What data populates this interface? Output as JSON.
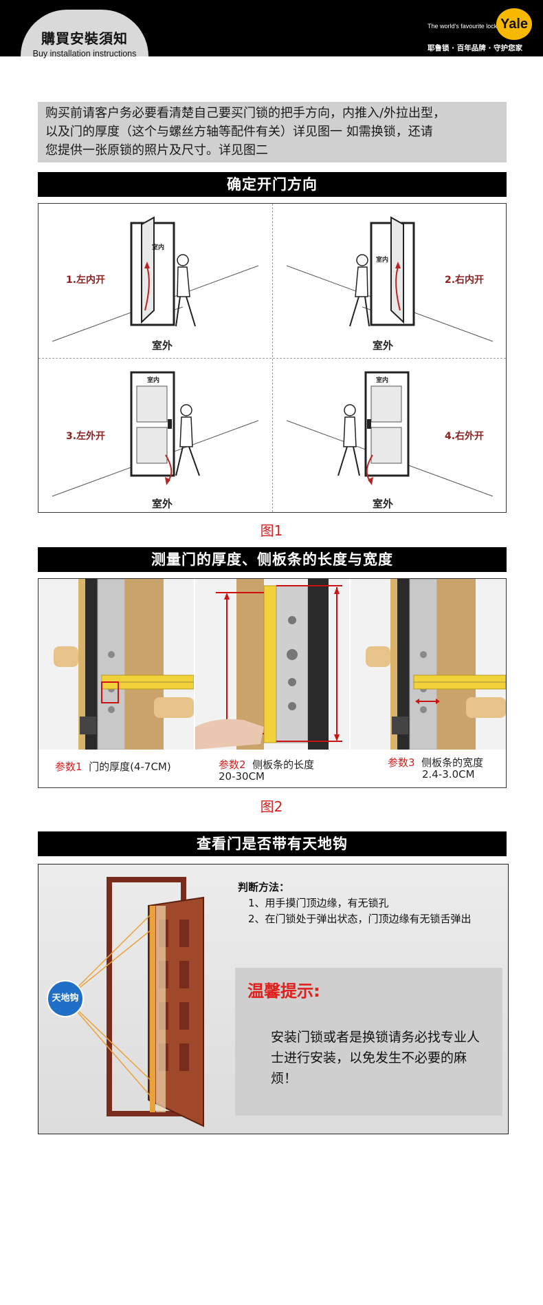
{
  "header": {
    "title_zh": "購買安裝須知",
    "title_en": "Buy installation instructions",
    "brand_tagline": "The world's favourite lock",
    "brand_name": "Yale",
    "brand_slogan": "耶鲁锁 · 百年品牌 · 守护您家"
  },
  "notice": {
    "lines": [
      "购买前请客户务必要看清楚自己要买门锁的把手方向，内推入/外拉出型，",
      "以及门的厚度（这个与螺丝方轴等配件有关）详见图一 如需换锁，还请",
      "您提供一张原锁的照片及尺寸。详见图二"
    ]
  },
  "section1": {
    "title": "确定开门方向",
    "cells": [
      {
        "label": "1.左内开",
        "outside": "室外",
        "inside": "室内"
      },
      {
        "label": "2.右内开",
        "outside": "室外",
        "inside": "室内"
      },
      {
        "label": "3.左外开",
        "outside": "室外",
        "inside": "室内"
      },
      {
        "label": "4.右外开",
        "outside": "室外",
        "inside": "室内"
      }
    ],
    "caption": "图1"
  },
  "section2": {
    "title": "测量门的厚度、侧板条的长度与宽度",
    "params": [
      {
        "tag": "参数1",
        "text": "门的厚度(4-7CM)",
        "text2": ""
      },
      {
        "tag": "参数2",
        "text": "侧板条的长度",
        "text2": "20-30CM"
      },
      {
        "tag": "参数3",
        "text": "侧板条的宽度",
        "text2": "2.4-3.0CM"
      }
    ],
    "caption": "图2"
  },
  "section3": {
    "title": "查看门是否带有天地钩",
    "badge": "天地钩",
    "method_title": "判断方法：",
    "methods": [
      "1、用手摸门顶边缘，有无锁孔",
      "2、在门锁处于弹出状态，门顶边缘有无锁舌弹出"
    ],
    "tip_title": "温馨提示:",
    "tip_text": "安装门锁或者是换锁请务必找专业人士进行安装，以免发生不必要的麻烦！"
  },
  "colors": {
    "accent_red": "#d81e1e",
    "brand_yellow": "#f6b800",
    "badge_blue": "#1e6fc5"
  }
}
